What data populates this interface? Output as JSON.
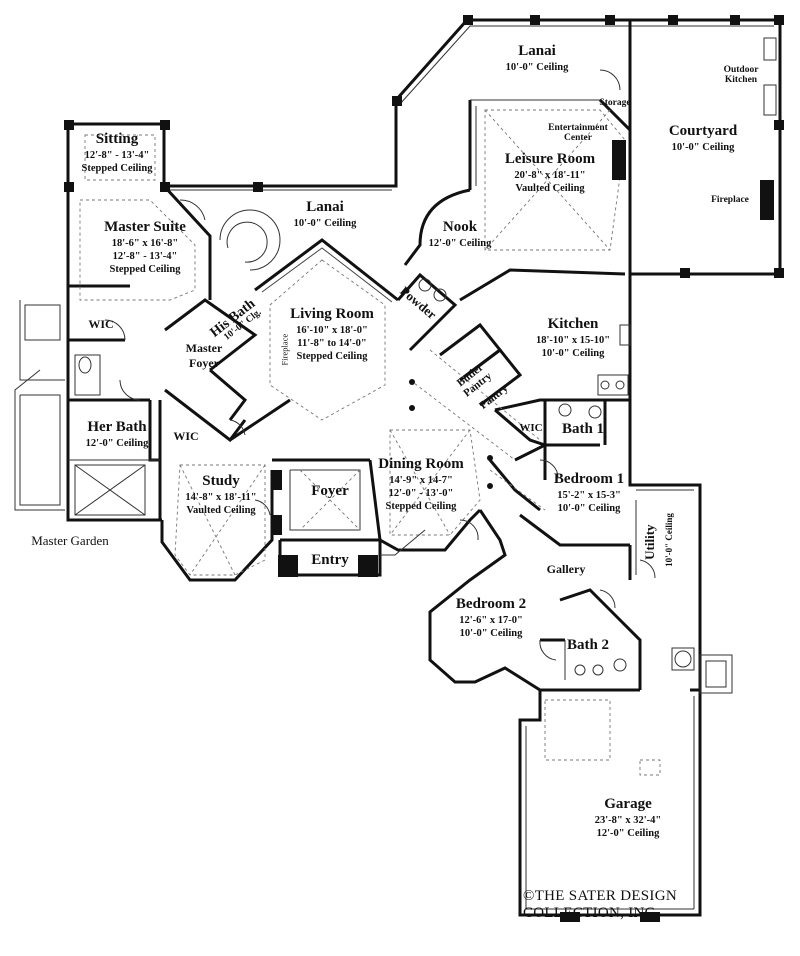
{
  "rooms": [
    {
      "id": "lanai_top",
      "name": "Lanai",
      "dims": [
        "10'-0\" Ceiling"
      ]
    },
    {
      "id": "courtyard",
      "name": "Courtyard",
      "dims": [
        "10'-0\" Ceiling"
      ]
    },
    {
      "id": "sitting",
      "name": "Sitting",
      "dims": [
        "12'-8\" - 13'-4\"",
        "Stepped Ceiling"
      ]
    },
    {
      "id": "lanai_mid",
      "name": "Lanai",
      "dims": [
        "10'-0\" Ceiling"
      ]
    },
    {
      "id": "master_suite",
      "name": "Master Suite",
      "dims": [
        "18'-6\" x 16'-8\"",
        "12'-8\" - 13'-4\"",
        "Stepped Ceiling"
      ]
    },
    {
      "id": "leisure",
      "name": "Leisure Room",
      "dims": [
        "20'-8\" x 18'-11\"",
        "Vaulted Ceiling"
      ]
    },
    {
      "id": "nook",
      "name": "Nook",
      "dims": [
        "12'-0\" Ceiling"
      ]
    },
    {
      "id": "living",
      "name": "Living Room",
      "dims": [
        "16'-10\" x 18'-0\"",
        "11'-8\" to 14'-0\"",
        "Stepped Ceiling"
      ]
    },
    {
      "id": "kitchen",
      "name": "Kitchen",
      "dims": [
        "18'-10\" x 15-10\"",
        "10'-0\" Ceiling"
      ]
    },
    {
      "id": "her_bath",
      "name": "Her Bath",
      "dims": [
        "12'-0\" Ceiling"
      ]
    },
    {
      "id": "dining",
      "name": "Dining Room",
      "dims": [
        "14'-9\" x 14-7\"",
        "12'-0\" - 13'-0\"",
        "Stepped Ceiling"
      ]
    },
    {
      "id": "bedroom1",
      "name": "Bedroom 1",
      "dims": [
        "15'-2\" x 15-3\"",
        "10'-0\" Ceiling"
      ]
    },
    {
      "id": "study",
      "name": "Study",
      "dims": [
        "14'-8\" x 18'-11\"",
        "Vaulted Ceiling"
      ]
    },
    {
      "id": "foyer",
      "name": "Foyer",
      "dims": []
    },
    {
      "id": "entry",
      "name": "Entry",
      "dims": []
    },
    {
      "id": "gallery",
      "name": "Gallery",
      "dims": []
    },
    {
      "id": "bedroom2",
      "name": "Bedroom 2",
      "dims": [
        "12'-6\" x 17-0\"",
        "10'-0\" Ceiling"
      ]
    },
    {
      "id": "bath2",
      "name": "Bath 2",
      "dims": []
    },
    {
      "id": "bath1",
      "name": "Bath 1",
      "dims": []
    },
    {
      "id": "garage",
      "name": "Garage",
      "dims": [
        "23'-8\" x 32'-4\"",
        "12'-0\" Ceiling"
      ]
    },
    {
      "id": "master_foyer",
      "name": "Master Foyer",
      "dims": []
    },
    {
      "id": "master_garden",
      "name": "Master Garden",
      "dims": []
    }
  ],
  "small_labels": {
    "wic": "WIC",
    "storage": "Storage",
    "entertainment": "Entertainment Center",
    "outdoor_kitchen": "Outdoor Kitchen",
    "fireplace": "Fireplace",
    "his_bath": "His Bath",
    "his_bath_ceiling": "10'-0\" Clg.",
    "powder": "Powder",
    "butler_pantry": "Butler Pantry",
    "pantry": "Pantry",
    "utility": "Utility",
    "utility_ceiling": "10'-0\" Ceiling"
  },
  "copyright": [
    "©THE SATER DESIGN",
    "COLLECTION, INC."
  ]
}
